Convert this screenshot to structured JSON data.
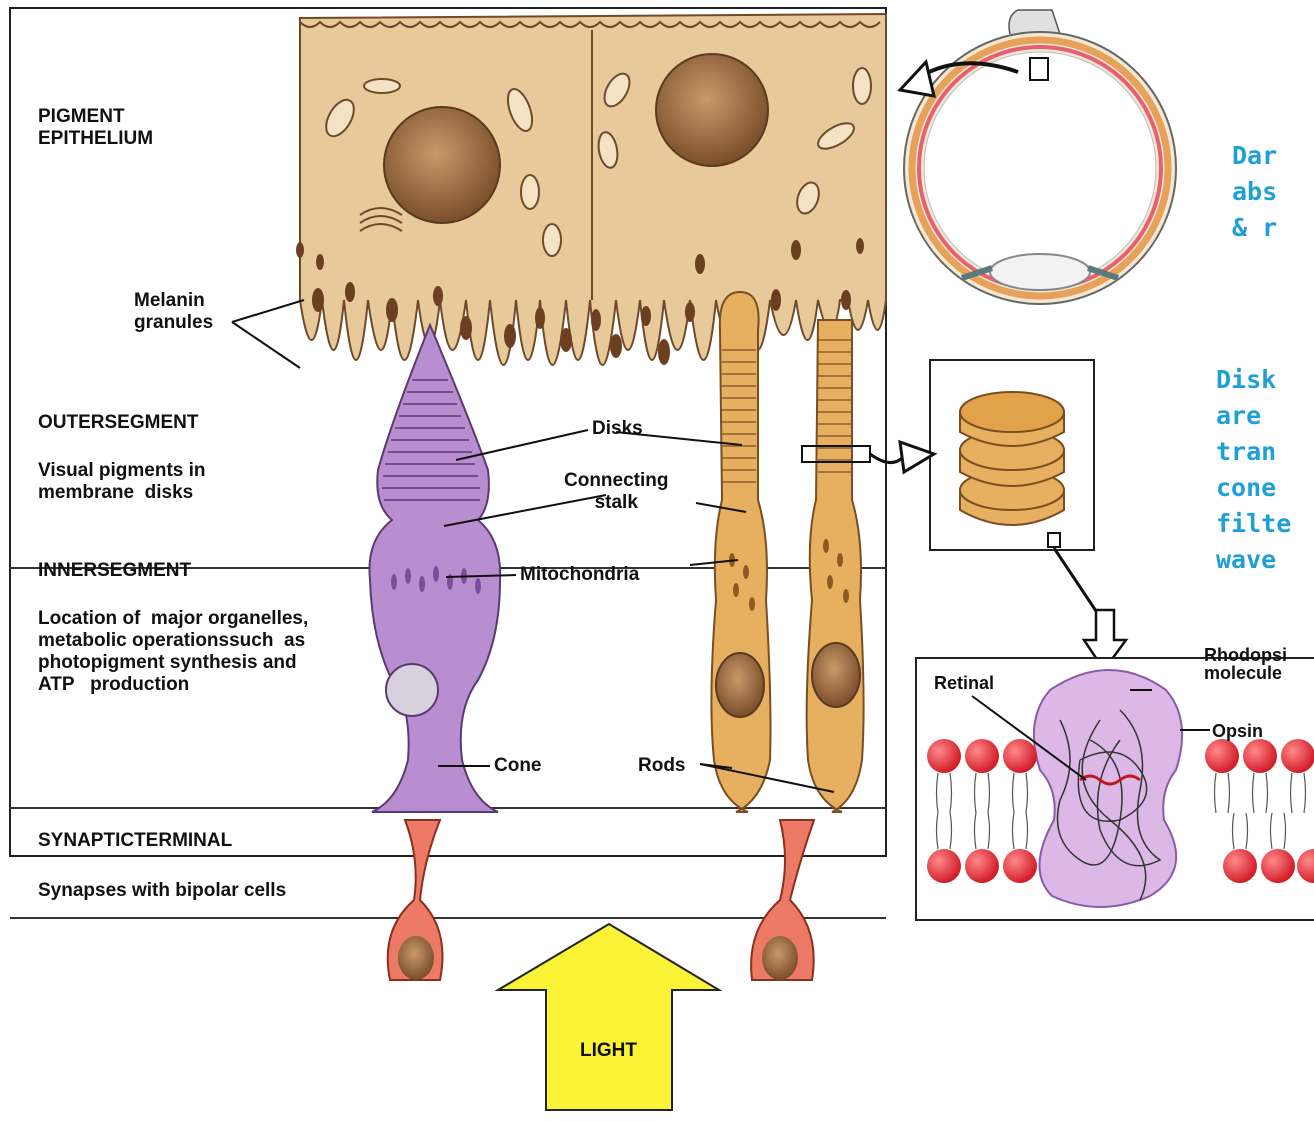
{
  "layers": {
    "pigment_epithelium": "PIGMENT\nEPITHELIUM",
    "outer_segment_title": "OUTERSEGMENT",
    "outer_segment_desc": "Visual pigments in\nmembrane  disks",
    "inner_segment_title": "INNERSEGMENT",
    "inner_segment_desc": "Location of  major organelles,\nmetabolic operationssuch  as\nphotopigment synthesis and\nATP   production",
    "synaptic_title": "SYNAPTICTERMINAL",
    "synaptic_desc": "Synapses with bipolar cells"
  },
  "labels": {
    "melanin": "Melanin\ngranules",
    "disks": "Disks",
    "connecting_stalk": "Connecting\nstalk",
    "mitochondria": "Mitochondria",
    "cone": "Cone",
    "rods": "Rods",
    "light": "LIGHT",
    "retinal": "Retinal",
    "rhodopsin": "Rhodopsi\nmolecule",
    "opsin": "Opsin"
  },
  "notes": {
    "note1": "Dar\nabs\n& r",
    "note2": "Disk\nare \ntran\ncone\nfilte\nwave"
  },
  "colors": {
    "epithelium": "#e8c99a",
    "cone": "#b98ed1",
    "rod": "#e6b060",
    "bipolar": "#ec7a64",
    "rhodopsin": "#dcb8e6",
    "lipid_head": "#e8323c",
    "light_arrow": "#fbf336",
    "note_text": "#1f9fd8"
  }
}
